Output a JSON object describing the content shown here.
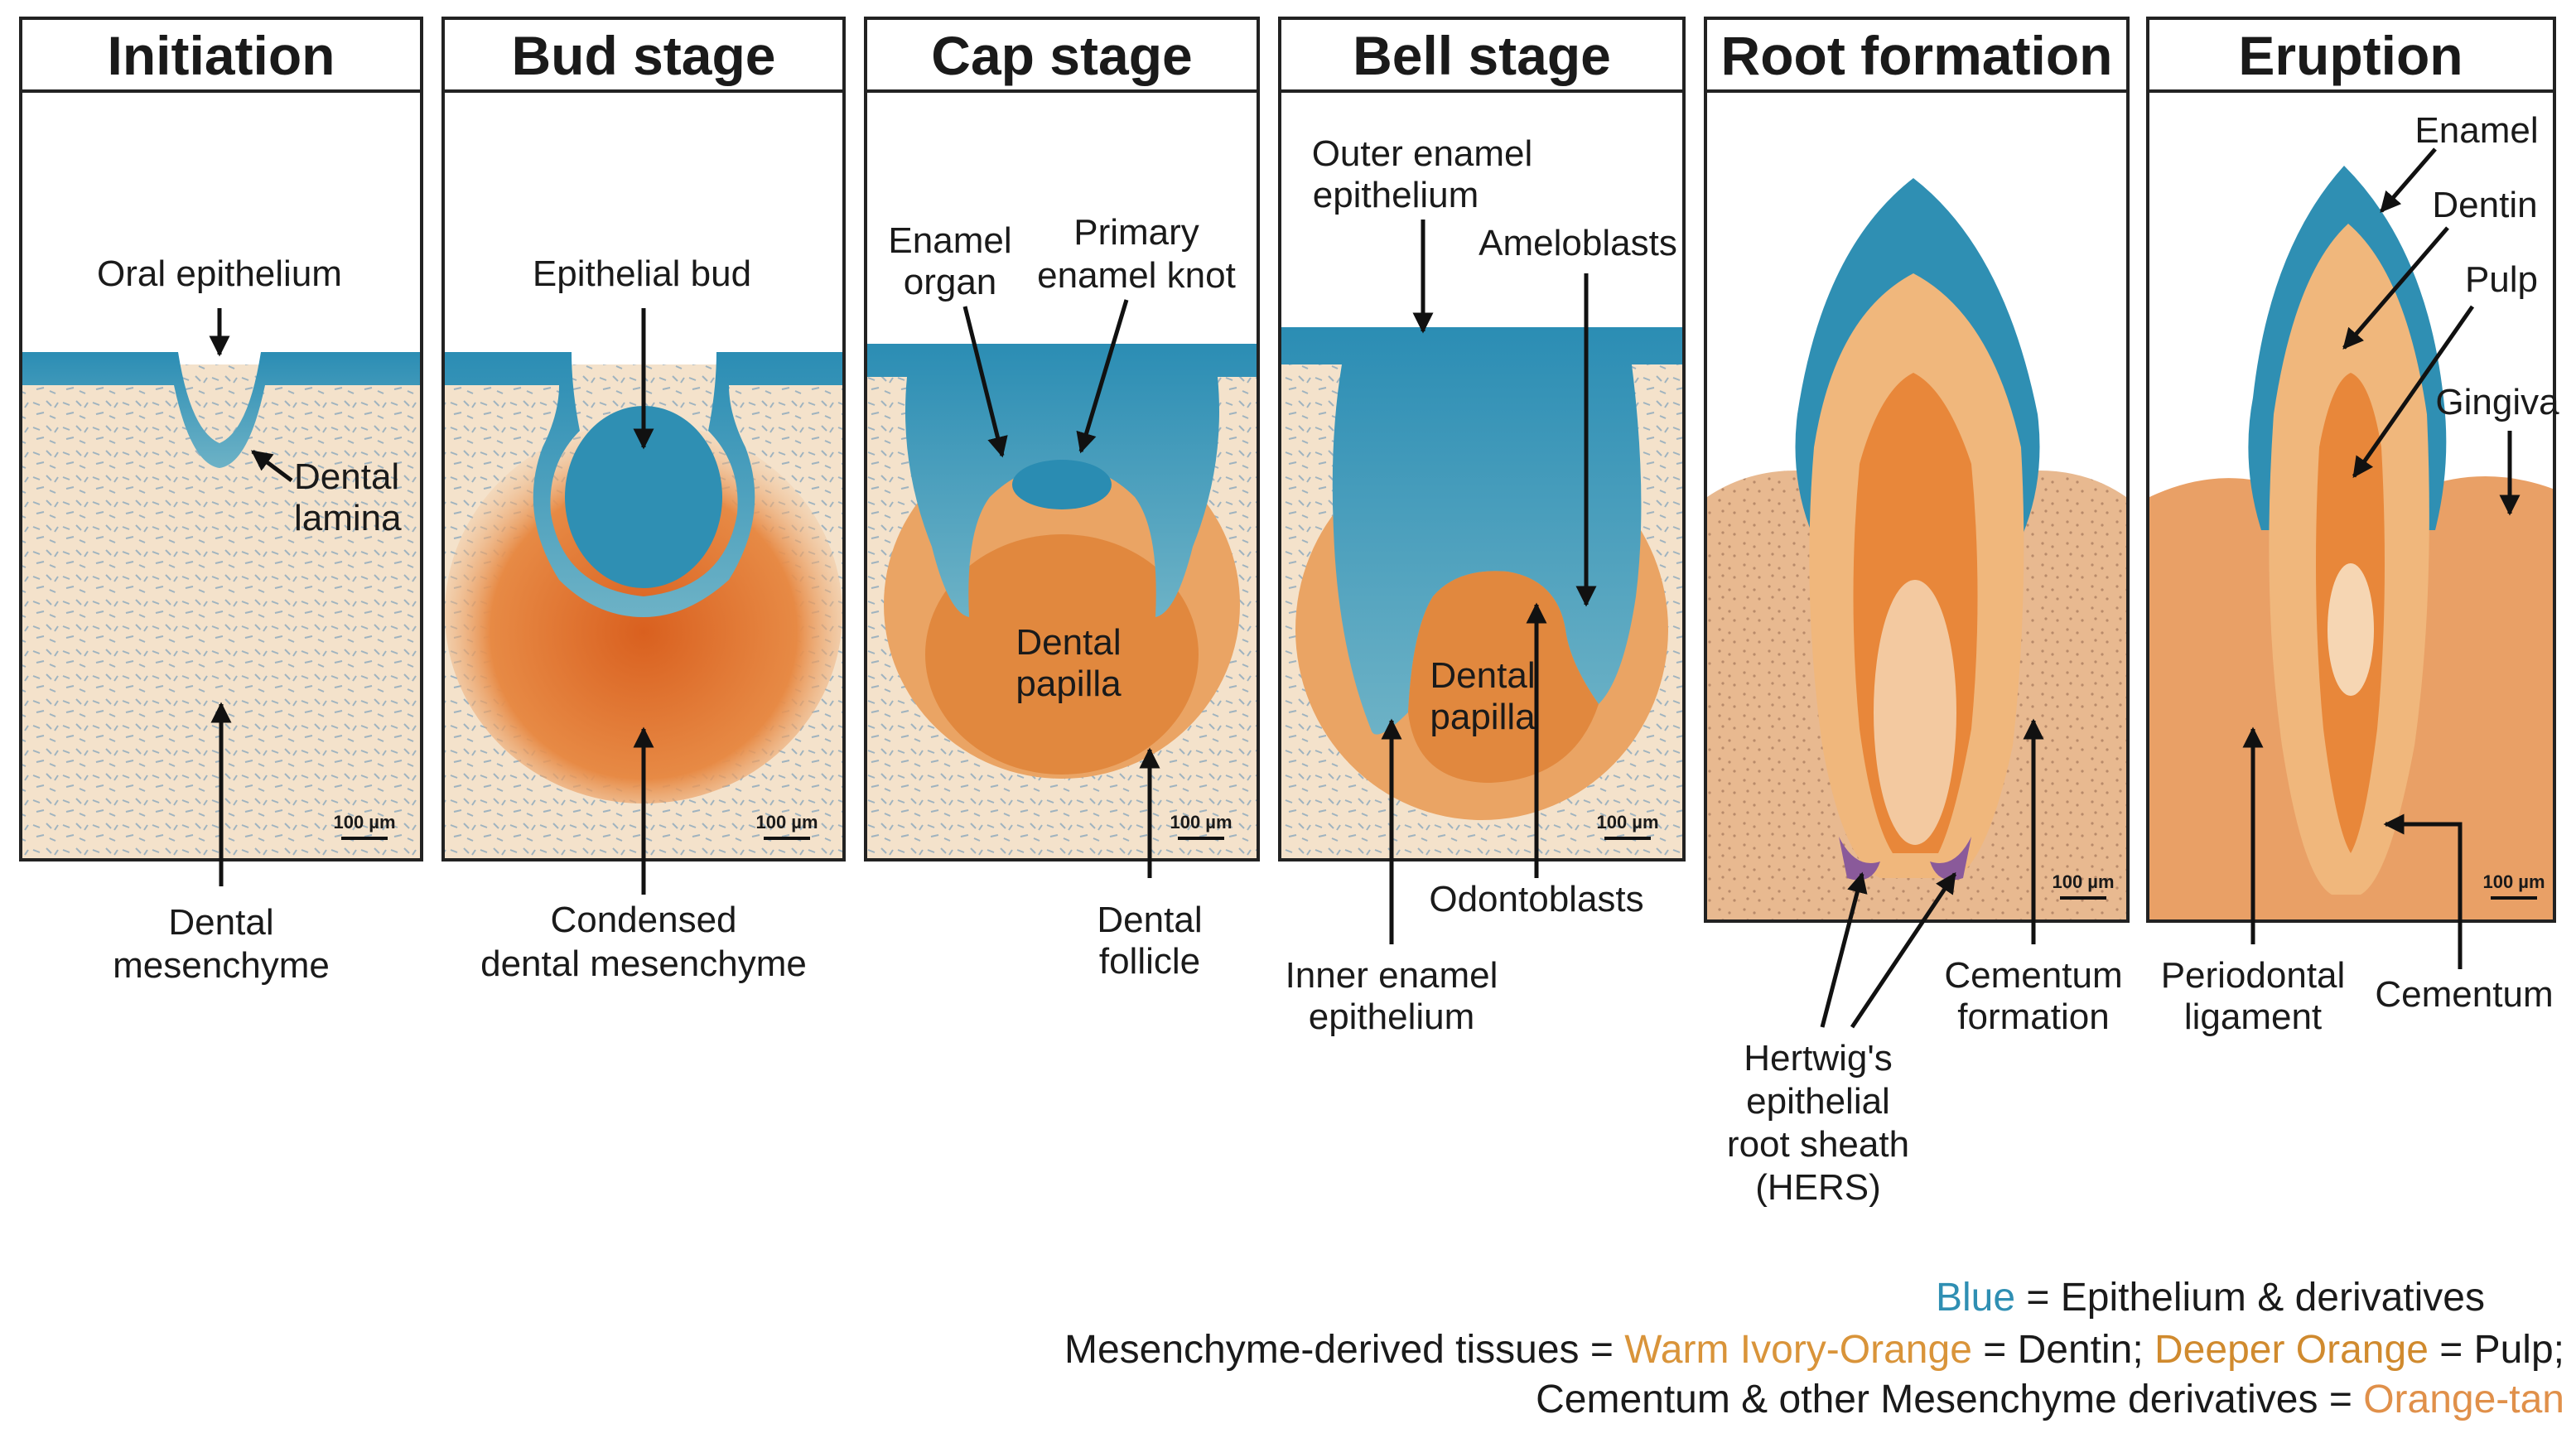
{
  "panels": [
    {
      "title": "Initiation",
      "scale": "100 µm"
    },
    {
      "title": "Bud stage",
      "scale": "100 µm"
    },
    {
      "title": "Cap stage",
      "scale": "100 µm"
    },
    {
      "title": "Bell stage",
      "scale": "100 µm"
    },
    {
      "title": "Root formation",
      "scale": "100 µm"
    },
    {
      "title": "Eruption",
      "scale": "100 µm"
    }
  ],
  "labels": {
    "oral_epithelium": "Oral epithelium",
    "dental_lamina_1": "Dental",
    "dental_lamina_2": "lamina",
    "dental_mesenchyme_1": "Dental",
    "dental_mesenchyme_2": "mesenchyme",
    "epithelial_bud": "Epithelial bud",
    "condensed_1": "Condensed",
    "condensed_2": "dental mesenchyme",
    "enamel_organ_1": "Enamel",
    "enamel_organ_2": "organ",
    "primary_knot_1": "Primary",
    "primary_knot_2": "enamel knot",
    "cap_papilla_1": "Dental",
    "cap_papilla_2": "papilla",
    "follicle_1": "Dental",
    "follicle_2": "follicle",
    "outer_enamel_1": "Outer enamel",
    "outer_enamel_2": "epithelium",
    "ameloblasts": "Ameloblasts",
    "bell_papilla_1": "Dental",
    "bell_papilla_2": "papilla",
    "odontoblasts": "Odontoblasts",
    "inner_enamel_1": "Inner enamel",
    "inner_enamel_2": "epithelium",
    "hers_1": "Hertwig's",
    "hers_2": "epithelial",
    "hers_3": "root sheath",
    "hers_4": "(HERS)",
    "cementum_formation_1": "Cementum",
    "cementum_formation_2": "formation",
    "enamel": "Enamel",
    "dentin": "Dentin",
    "pulp": "Pulp",
    "gingiva": "Gingiva",
    "periodontal_1": "Periodontal",
    "periodontal_2": "ligament",
    "cementum": "Cementum"
  },
  "legend": {
    "line1_blue": "Blue",
    "line1_rest": " = Epithelium & derivatives",
    "line2_a": "Mesenchyme-derived tissues = ",
    "line2_ivory": "Warm Ivory-Orange",
    "line2_b": " = Dentin; ",
    "line2_deeper": "Deeper Orange",
    "line2_c": " = Pulp;",
    "line3_a": "Cementum & other Mesenchyme derivatives = ",
    "line3_tan": "Orange-tan"
  },
  "colors": {
    "epithelium_blue": "#2f8fb3",
    "ivory_orange_text": "#d9943a",
    "deeper_orange_text": "#d08a2e",
    "orange_tan_text": "#e0904a",
    "mesenchyme": "#f3dcc0",
    "condensed": "#e07a35",
    "dentin": "#f0b77c",
    "pulp": "#e8873a",
    "gum": "#e9a066"
  }
}
